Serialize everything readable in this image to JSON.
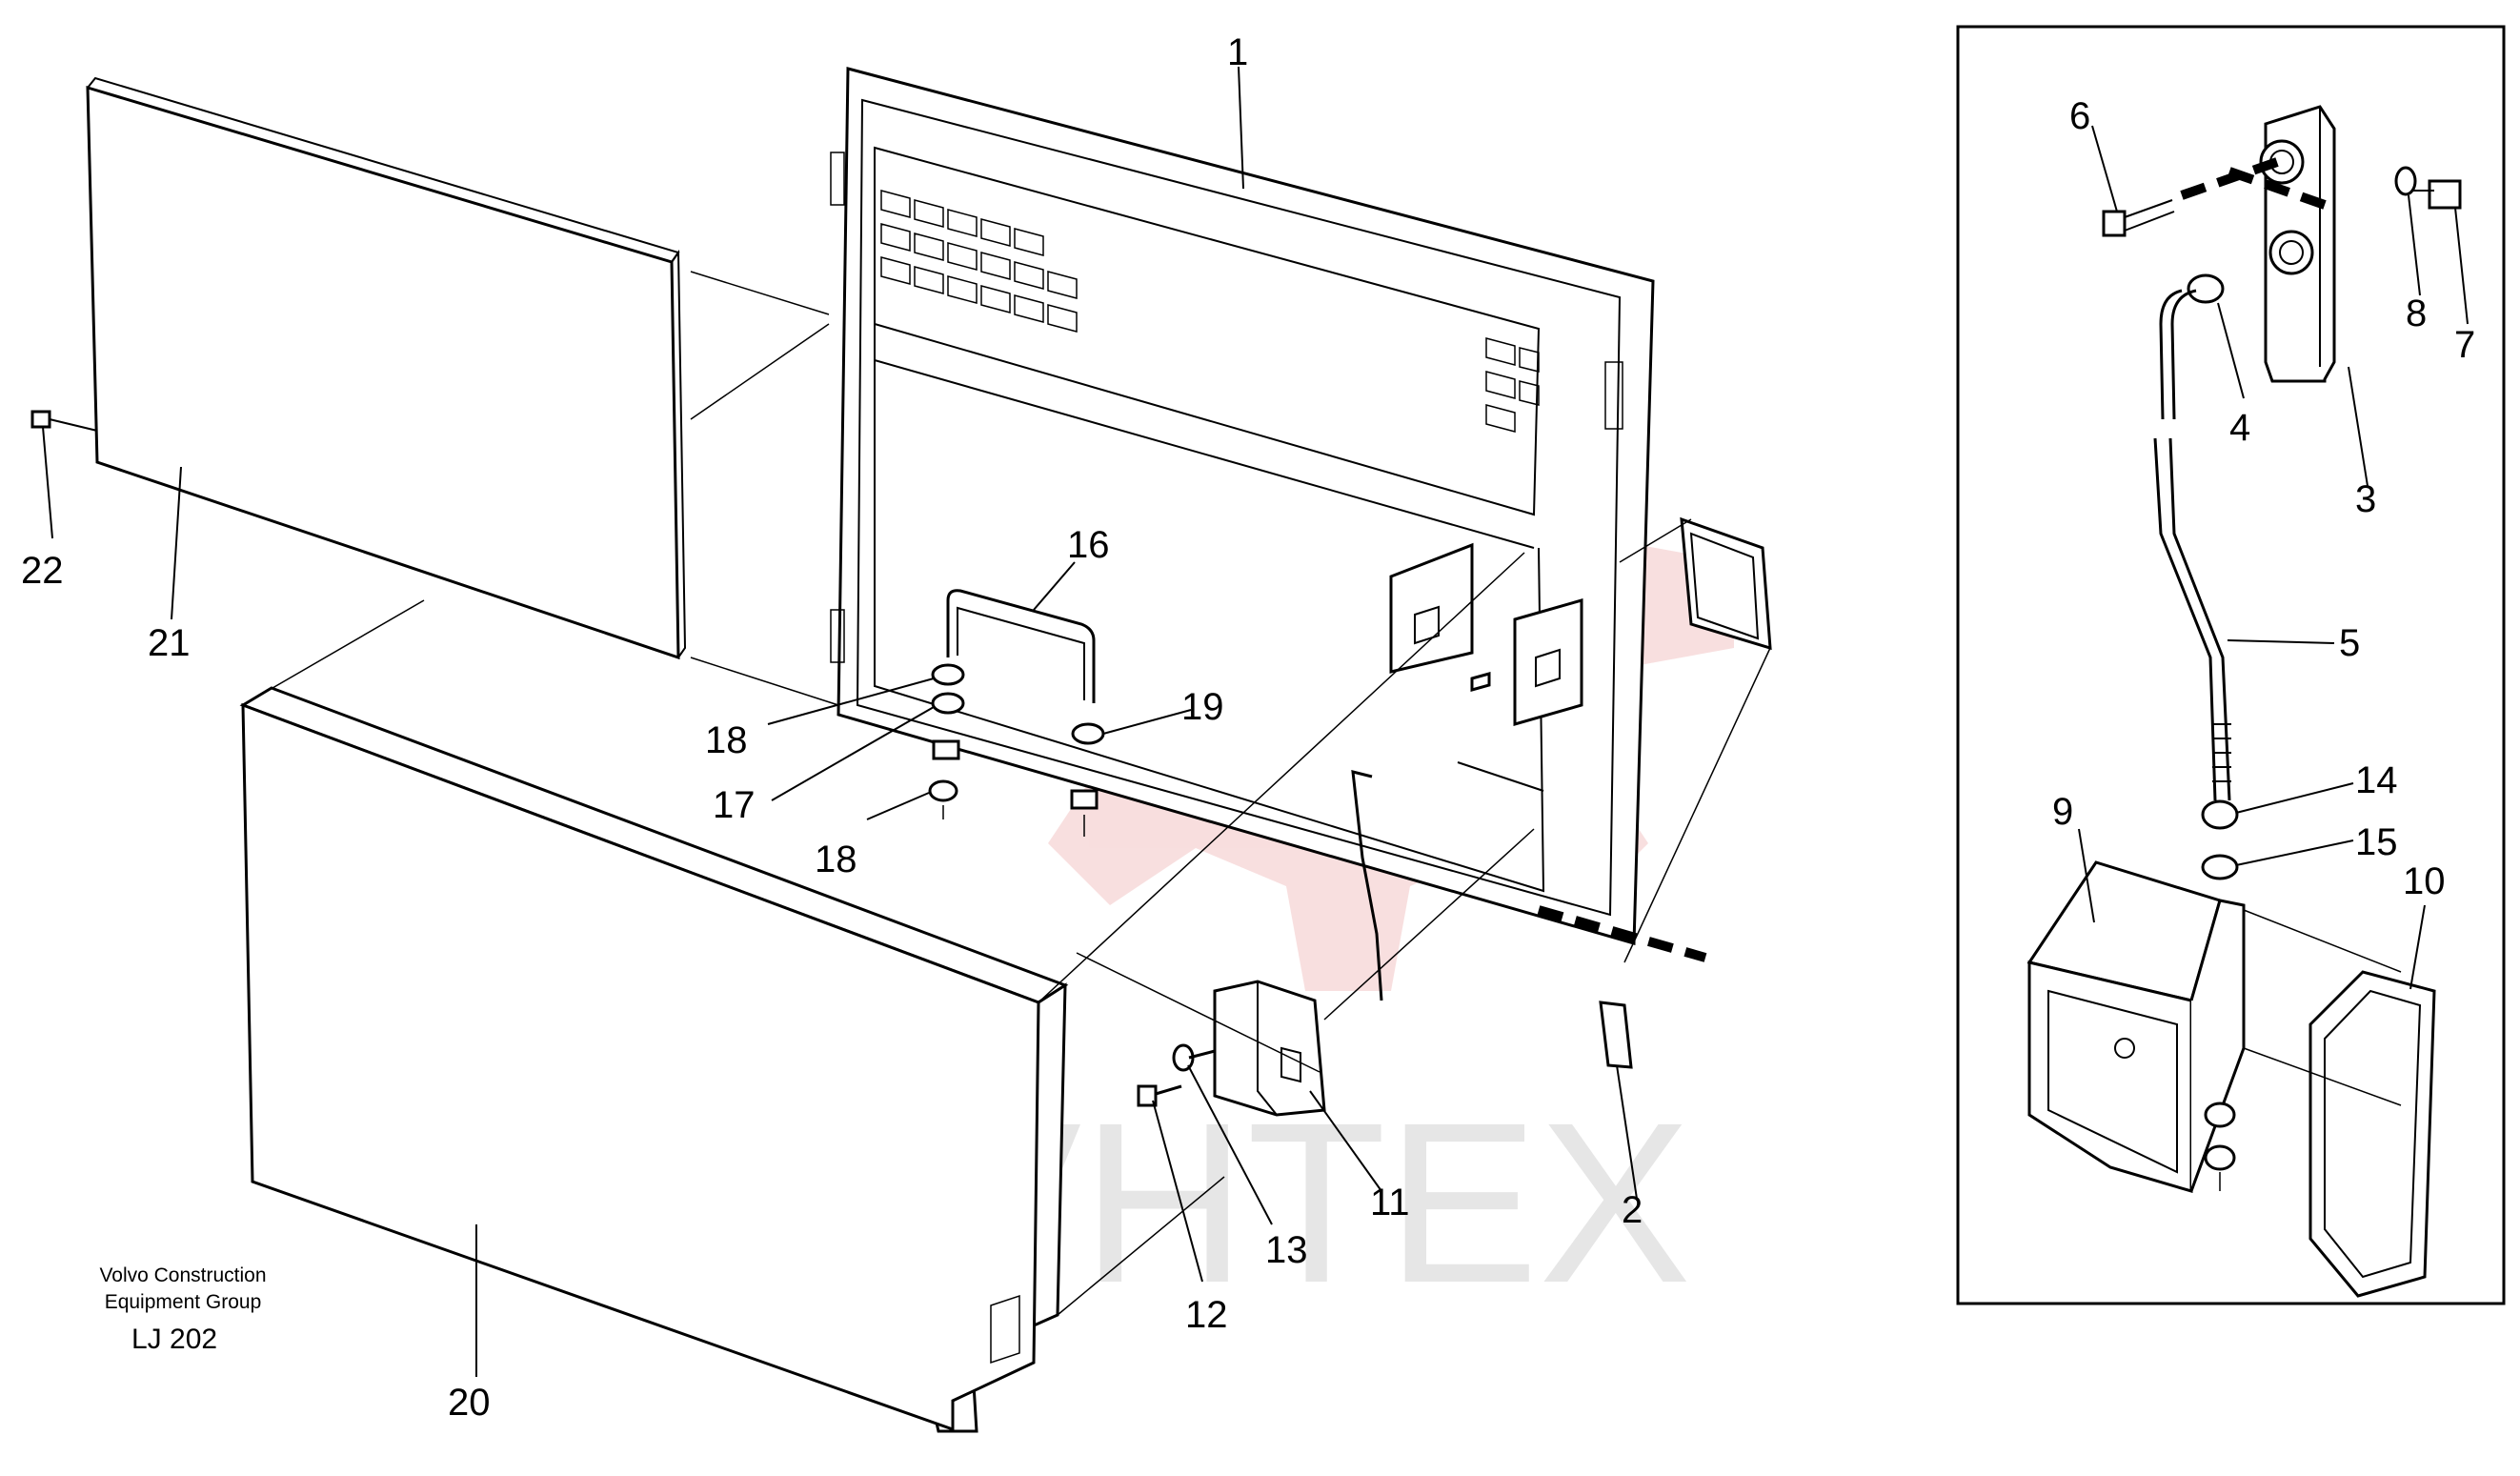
{
  "watermark": {
    "text": "VHTEX",
    "logo": "gear-watermark",
    "logo_color": "#f3c4c4"
  },
  "footer": {
    "line1": "Volvo Construction",
    "line2": "Equipment Group",
    "code": "LJ 202"
  },
  "callouts": [
    "1",
    "2",
    "3",
    "4",
    "5",
    "6",
    "7",
    "8",
    "9",
    "10",
    "11",
    "12",
    "13",
    "14",
    "15",
    "16",
    "17",
    "18",
    "18",
    "19",
    "20",
    "21",
    "22"
  ]
}
